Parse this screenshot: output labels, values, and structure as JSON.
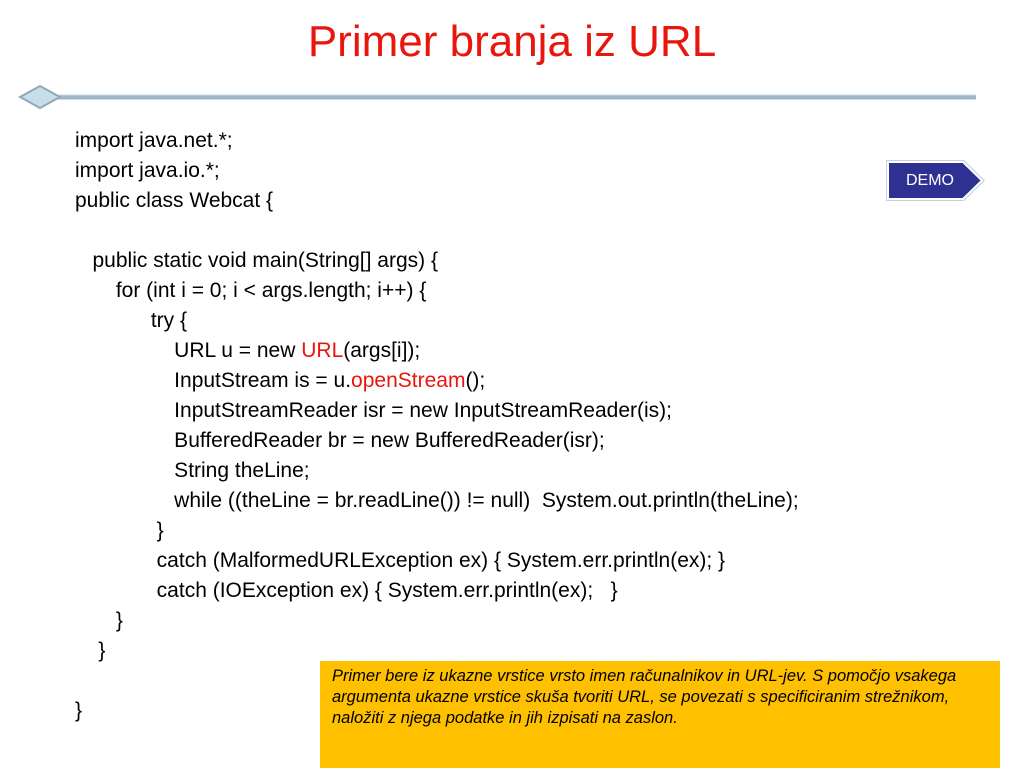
{
  "slide": {
    "title": "Primer branja iz URL",
    "demo_button_label": "DEMO",
    "note": "Primer bere iz ukazne vrstice vrsto imen računalnikov in URL-jev.  S pomočjo vsakega argumenta ukazne vrstice skuša tvoriti URL, se povezati s specificiranim strežnikom, naložiti z njega podatke in jih izpisati na zaslon."
  },
  "code": {
    "l1": "import java.net.*;",
    "l2": "import java.io.*;",
    "l3": "public class Webcat {",
    "l4": "",
    "l5": "   public static void main(String[] args) {",
    "l6": "       for (int i = 0; i < args.length; i++) {",
    "l7": "             try {",
    "l8a": "                 URL u = new ",
    "l8b": "URL",
    "l8c": "(args[i]);",
    "l9a": "                 InputStream is = u.",
    "l9b": "openStream",
    "l9c": "();",
    "l10": "                 InputStreamReader isr = new InputStreamReader(is);",
    "l11": "                 BufferedReader br = new BufferedReader(isr);",
    "l12": "                 String theLine;",
    "l13": "                 while ((theLine = br.readLine()) != null)  System.out.println(theLine);",
    "l14": "              }",
    "l15": "              catch (MalformedURLException ex) { System.err.println(ex); }",
    "l16": "              catch (IOException ex) { System.err.println(ex);   }",
    "l17": "       }",
    "l18": "    }",
    "l19": "",
    "l20": "}"
  },
  "colors": {
    "title": "#e8160c",
    "highlight": "#e8160c",
    "demo_fill": "#2e3192",
    "note_fill": "#ffc000",
    "divider": "#9fb8c8"
  },
  "icons": {
    "divider": "diamond-rule",
    "demo": "arrow-pentagon-button"
  }
}
